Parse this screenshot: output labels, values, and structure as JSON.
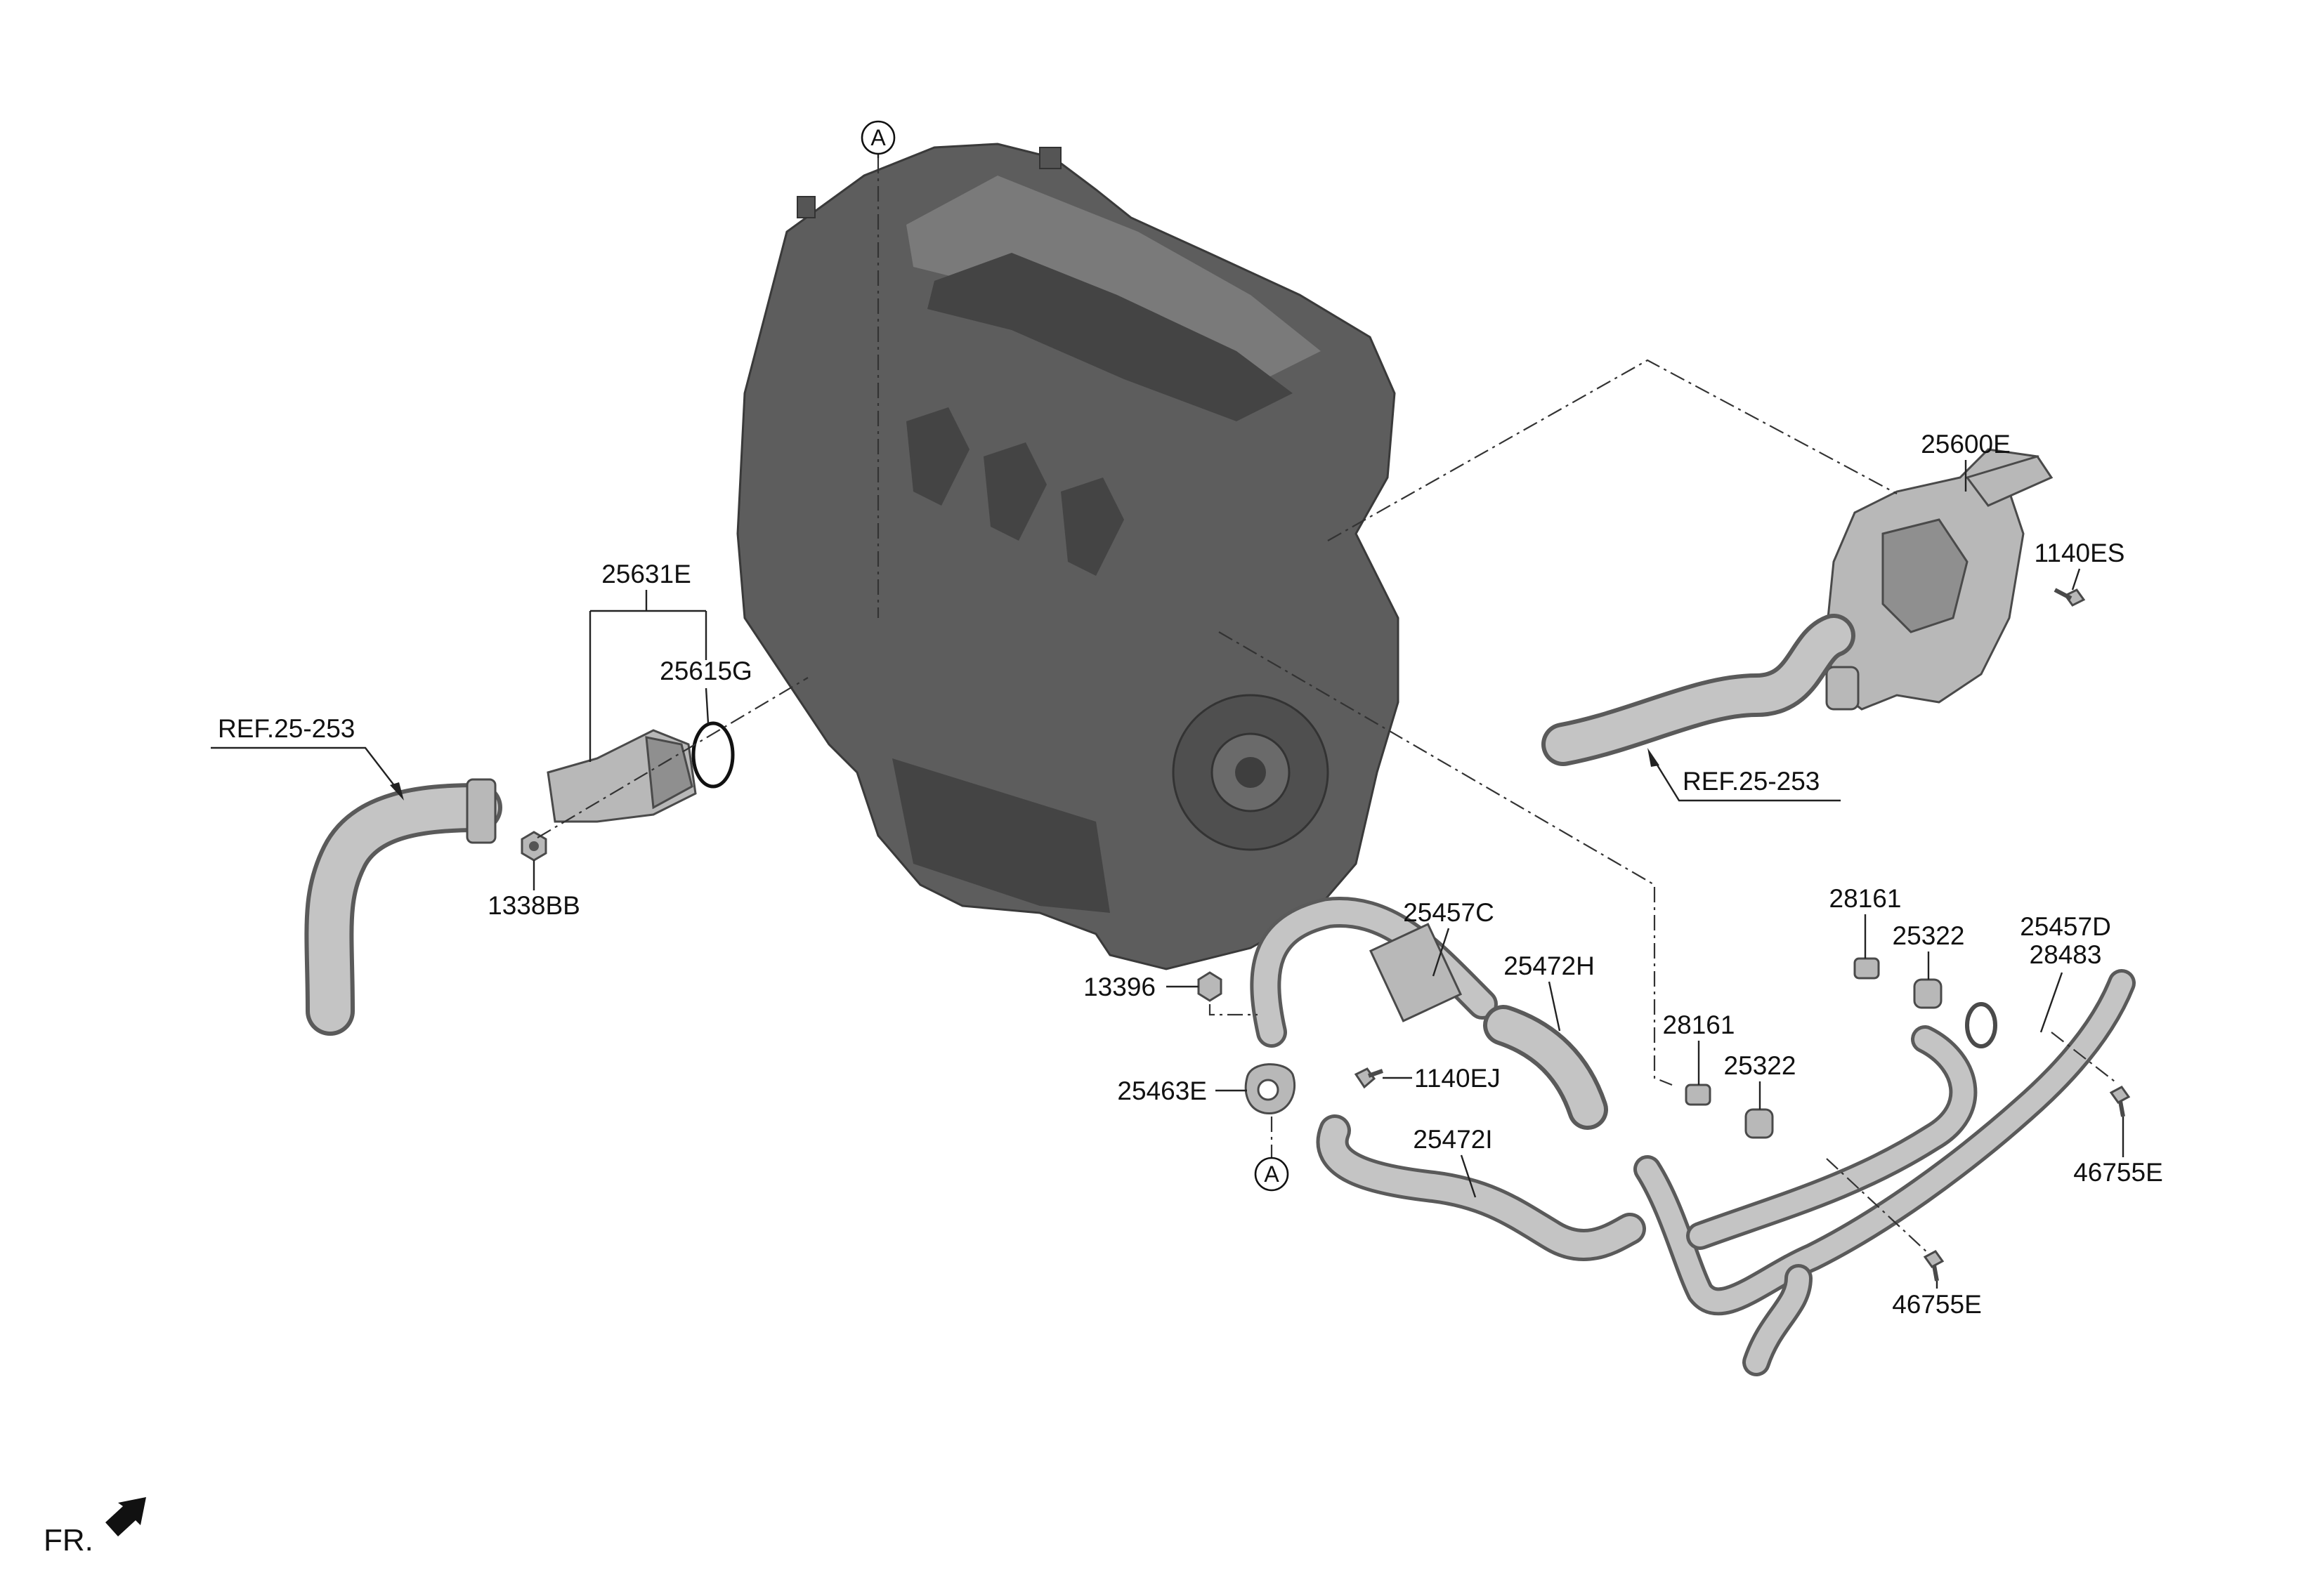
{
  "callouts": {
    "a_marker": "A",
    "p25600E": "25600E",
    "p1140ES": "1140ES",
    "ref_right": "REF.25-253",
    "p25631E": "25631E",
    "p25615G": "25615G",
    "ref_left": "REF.25-253",
    "p1338BB": "1338BB",
    "p25457C": "25457C",
    "p13396": "13396",
    "p25472H": "25472H",
    "p25463E": "25463E",
    "p1140EJ": "1140EJ",
    "p28161_top": "28161",
    "p25322_top": "25322",
    "p25457D": "25457D",
    "p28483": "28483",
    "p28161_mid": "28161",
    "p25322_mid": "25322",
    "p25472I": "25472I",
    "p46755E_right": "46755E",
    "p46755E_bottom": "46755E",
    "front_label": "FR."
  },
  "colors": {
    "engine": "#5d5d5d",
    "parts": "#b8b8b8",
    "lines": "#222222"
  }
}
